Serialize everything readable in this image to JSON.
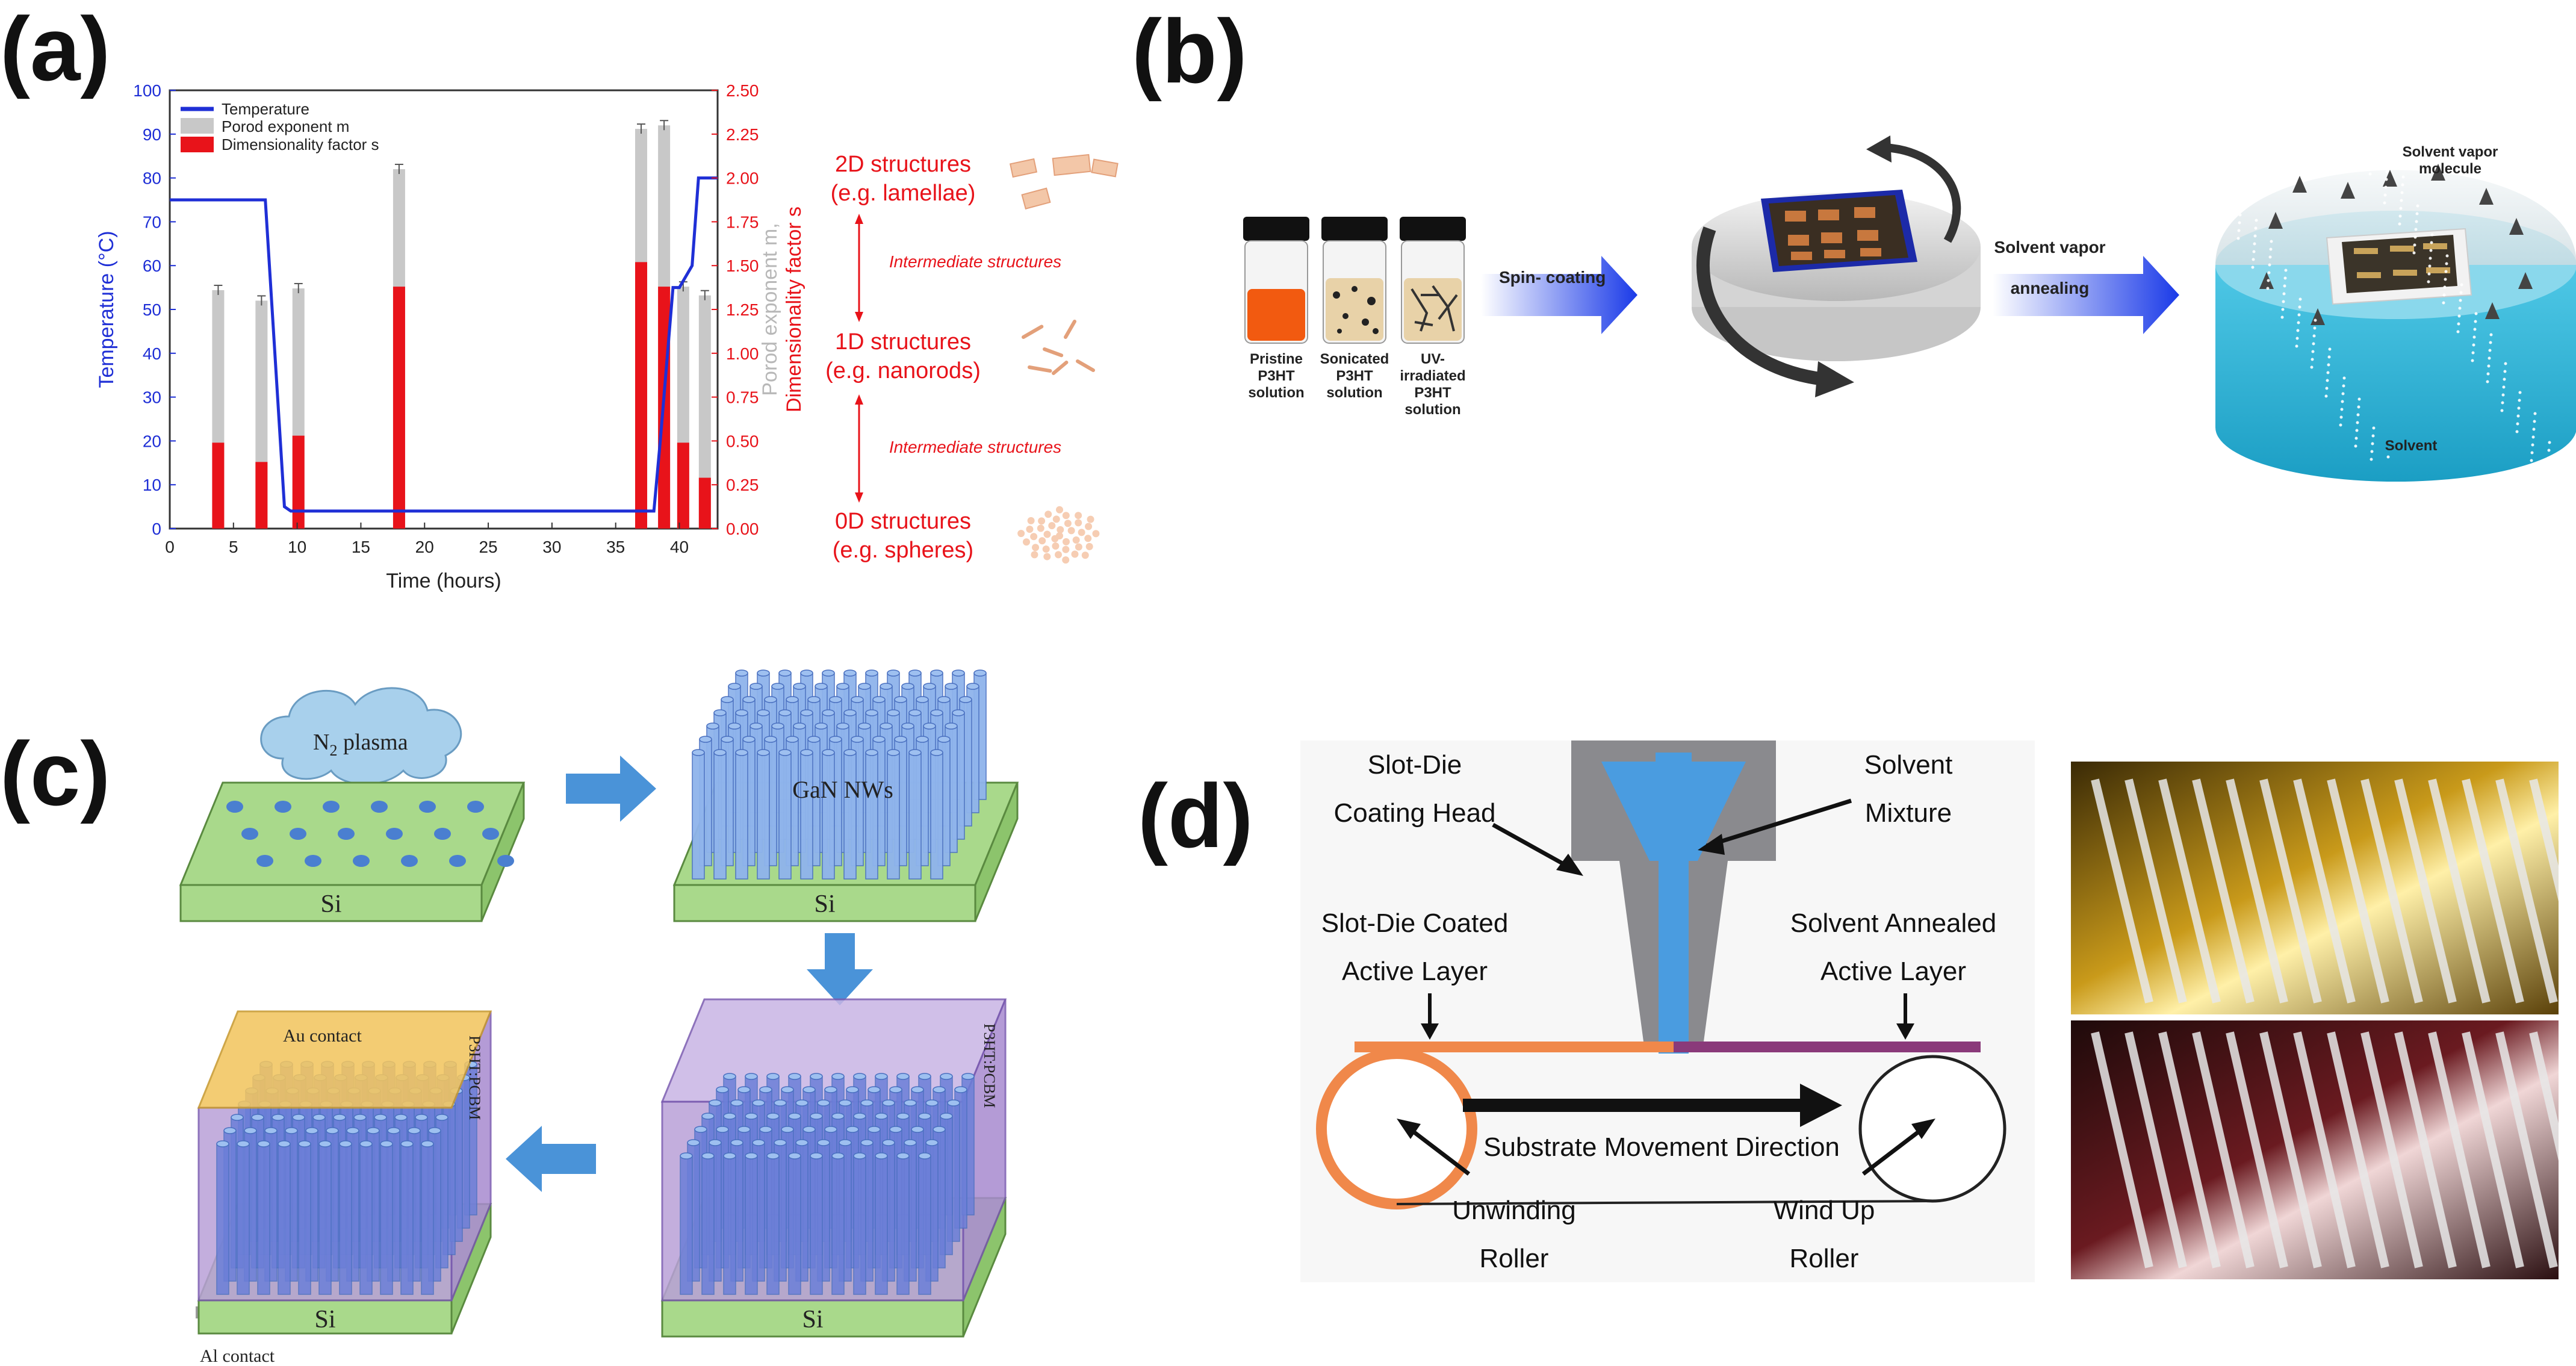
{
  "panels": {
    "a": {
      "letter": "(a)",
      "legend": [
        "Temperature",
        "Porod exponent m",
        "Dimensionality factor s"
      ],
      "y_left_label": "Temperature (°C)",
      "y_right_label_1": "Porod exponent m,",
      "y_right_label_2": "Dimensionality factor s",
      "x_label": "Time (hours)",
      "x_ticks": [
        "0",
        "5",
        "10",
        "15",
        "20",
        "25",
        "30",
        "35",
        "40"
      ],
      "y_left_ticks": [
        "0",
        "10",
        "20",
        "30",
        "40",
        "50",
        "60",
        "70",
        "80",
        "90",
        "100"
      ],
      "y_right_ticks": [
        "0.00",
        "0.25",
        "0.50",
        "0.75",
        "1.00",
        "1.25",
        "1.50",
        "1.75",
        "2.00",
        "2.25",
        "2.50"
      ],
      "structures": {
        "s2d": "2D structures",
        "s2d_eg": "(e.g. lamellae)",
        "inter1": "Intermediate structures",
        "s1d": "1D structures",
        "s1d_eg": "(e.g. nanorods)",
        "inter2": "Intermediate structures",
        "s0d": "0D structures",
        "s0d_eg": "(e.g. spheres)"
      }
    },
    "b": {
      "letter": "(b)",
      "vial1": [
        "Pristine",
        "P3HT",
        "solution"
      ],
      "vial2": [
        "Sonicated",
        "P3HT",
        "solution"
      ],
      "vial3": [
        "UV-",
        "irradiated",
        "P3HT",
        "solution"
      ],
      "spin": "Spin- coating",
      "sva1": "Solvent vapor",
      "sva2": "annealing",
      "molecule1": "Solvent vapor",
      "molecule2": "molecule",
      "solvent": "Solvent"
    },
    "c": {
      "letter": "(c)",
      "plasma": "N",
      "plasma_sub": "2",
      "plasma_rest": " plasma",
      "si": "Si",
      "nws": "GaN NWs",
      "au": "Au contact",
      "al": "Al contact",
      "p3ht": "P3HT:PCBM"
    },
    "d": {
      "letter": "(d)",
      "slot_head_1": "Slot-Die",
      "slot_head_2": "Coating Head",
      "solvent_mix_1": "Solvent",
      "solvent_mix_2": "Mixture",
      "coated_1": "Slot-Die Coated",
      "coated_2": "Active Layer",
      "annealed_1": "Solvent Annealed",
      "annealed_2": "Active Layer",
      "direction": "Substrate Movement Direction",
      "unwind_1": "Unwinding",
      "unwind_2": "Roller",
      "wind_1": "Wind Up",
      "wind_2": "Roller"
    }
  },
  "chart_data": {
    "type": "bar",
    "xlabel": "Time (hours)",
    "ylabel": "Temperature (°C)",
    "y2label": "Porod exponent m, Dimensionality factor s",
    "xlim": [
      0,
      43
    ],
    "ylim": [
      0,
      100
    ],
    "y2lim": [
      0,
      2.5
    ],
    "legend_position": "top-left",
    "series": [
      {
        "name": "Temperature",
        "type": "line",
        "color": "#1f2fd6",
        "x": [
          0,
          7.5,
          9,
          9.5,
          38,
          38.5,
          39.5,
          40,
          41,
          41.5,
          43
        ],
        "y": [
          75,
          75,
          5,
          4,
          4,
          20,
          55,
          55,
          60,
          80,
          80
        ]
      },
      {
        "name": "Porod exponent m",
        "type": "bar",
        "color": "#c8c8c8",
        "x": [
          3.8,
          7.2,
          10.1,
          18.0,
          37.0,
          38.8,
          40.3,
          42.0
        ],
        "values": [
          1.36,
          1.3,
          1.37,
          2.05,
          2.28,
          2.3,
          1.38,
          1.33
        ]
      },
      {
        "name": "Dimensionality factor s",
        "type": "bar",
        "color": "#e8131a",
        "x": [
          3.8,
          7.2,
          10.1,
          18.0,
          37.0,
          38.8,
          40.3,
          42.0
        ],
        "values": [
          0.49,
          0.38,
          0.53,
          1.38,
          1.52,
          1.38,
          0.49,
          0.29
        ]
      }
    ]
  }
}
